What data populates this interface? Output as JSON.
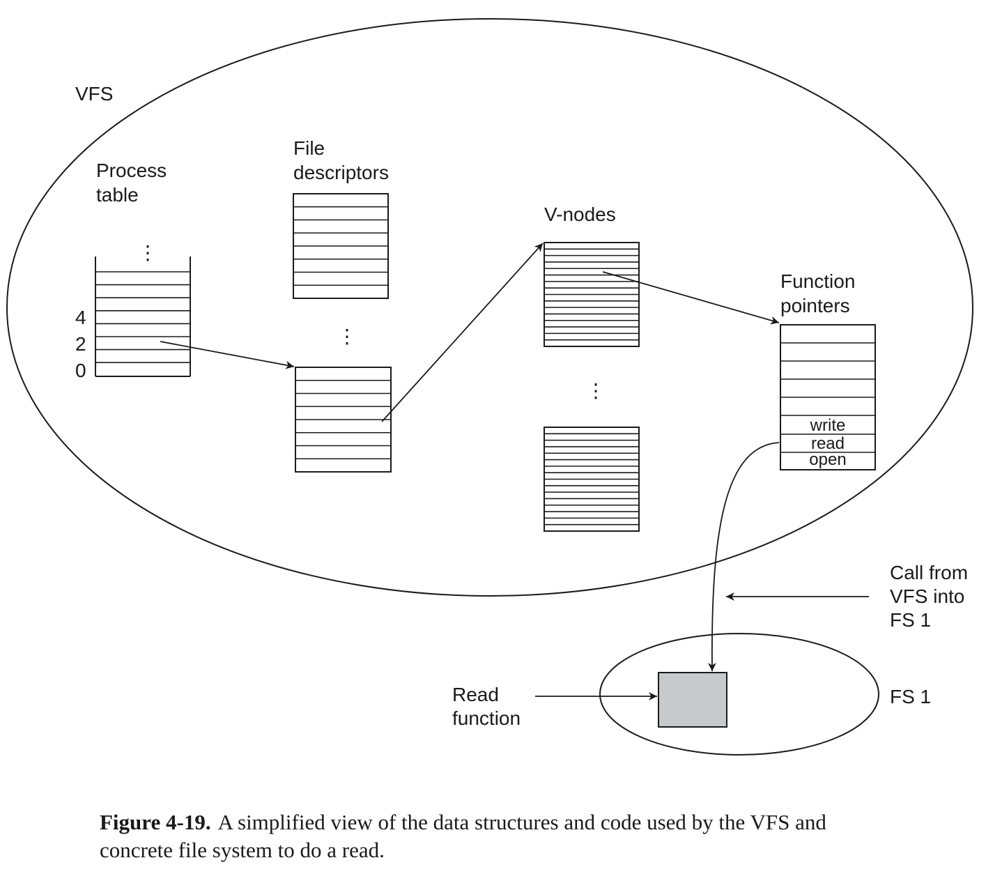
{
  "labels": {
    "vfs": "VFS",
    "process_table": [
      "Process",
      "table"
    ],
    "file_descriptors": [
      "File",
      "descriptors"
    ],
    "vnodes": "V-nodes",
    "function_pointers": [
      "Function",
      "pointers"
    ],
    "call_from": [
      "Call from",
      "VFS into",
      "FS 1"
    ],
    "fs1": "FS 1",
    "read_function": [
      "Read",
      "function"
    ]
  },
  "process_table_indices": [
    "4",
    "2",
    "0"
  ],
  "function_pointer_entries": [
    "write",
    "read",
    "open"
  ],
  "ellipsis": "⋮",
  "caption": {
    "figure": "Figure 4-19.",
    "text": "A simplified view of the data structures and code used by the VFS and concrete file system to do a read."
  },
  "colors": {
    "ink": "#1a1a1a",
    "read_function_fill": "#c8c9cb"
  }
}
